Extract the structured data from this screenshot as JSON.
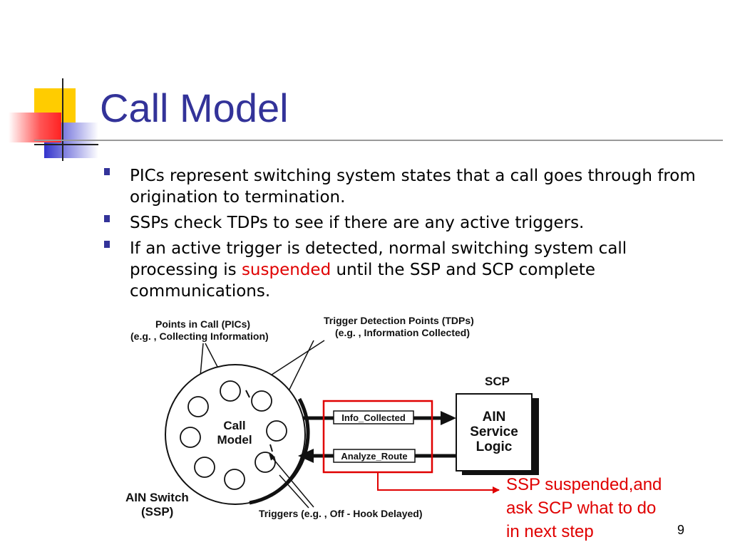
{
  "slide": {
    "title": "Call Model",
    "page_number": "9",
    "accent_colors": {
      "title": "#333399",
      "highlight": "#e00000",
      "deco_yellow": "#ffcc00",
      "deco_red": "#ff4444",
      "deco_blue": "#3333cc"
    }
  },
  "bullets": [
    {
      "text": "PICs represent switching system states that a call goes through from origination to termination."
    },
    {
      "text": "SSPs check TDPs to see if there are any active triggers."
    },
    {
      "before": "If an active trigger is detected, normal switching system call processing is ",
      "highlight": "suspended",
      "after": " until the SSP and SCP complete communications."
    }
  ],
  "diagram": {
    "pics_label_line1": "Points in Call (PICs)",
    "pics_label_line2": "(e.g. , Collecting Information)",
    "tdps_label_line1": "Trigger Detection Points (TDPs)",
    "tdps_label_line2": "(e.g. , Information Collected)",
    "call_model_line1": "Call",
    "call_model_line2": "Model",
    "message_top": "Info_Collected",
    "message_bottom": "Analyze_Route",
    "scp_label": "SCP",
    "scp_box_line1": "AIN",
    "scp_box_line2": "Service",
    "scp_box_line3": "Logic",
    "switch_line1": "AIN Switch",
    "switch_line2": "(SSP)",
    "triggers_label": "Triggers (e.g. , Off - Hook Delayed)"
  },
  "annotation": {
    "line1": "SSP suspended,and",
    "line2": "ask SCP what to do",
    "line3": "in next step"
  }
}
